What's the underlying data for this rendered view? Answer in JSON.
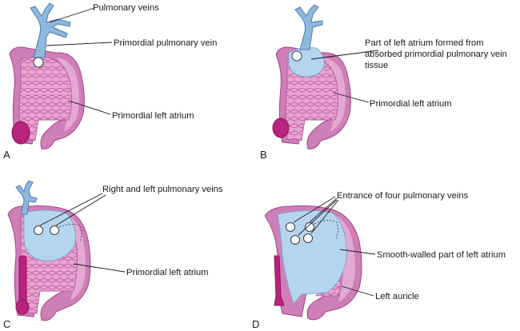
{
  "panels": [
    {
      "letter": "A",
      "labels": [
        "Pulmonary veins",
        "Primordial pulmonary vein",
        "Primordial left atrium"
      ]
    },
    {
      "letter": "B",
      "labels": [
        "Part of left atrium formed from",
        "absorbed primordial pulmonary vein",
        "tissue",
        "Primordial left atrium"
      ]
    },
    {
      "letter": "C",
      "labels": [
        "Right and left pulmonary veins",
        "Primordial left atrium"
      ]
    },
    {
      "letter": "D",
      "labels": [
        "Entrance of four pulmonary veins",
        "Smooth-walled part of left atrium",
        "Left auricle"
      ]
    }
  ],
  "colors": {
    "wall": "#cf7fb8",
    "trabeculae": "#e9a3cf",
    "vein": "#8eb8de",
    "smooth_wall": "#b5d5ef",
    "auricle_tip": "#b8237d"
  }
}
